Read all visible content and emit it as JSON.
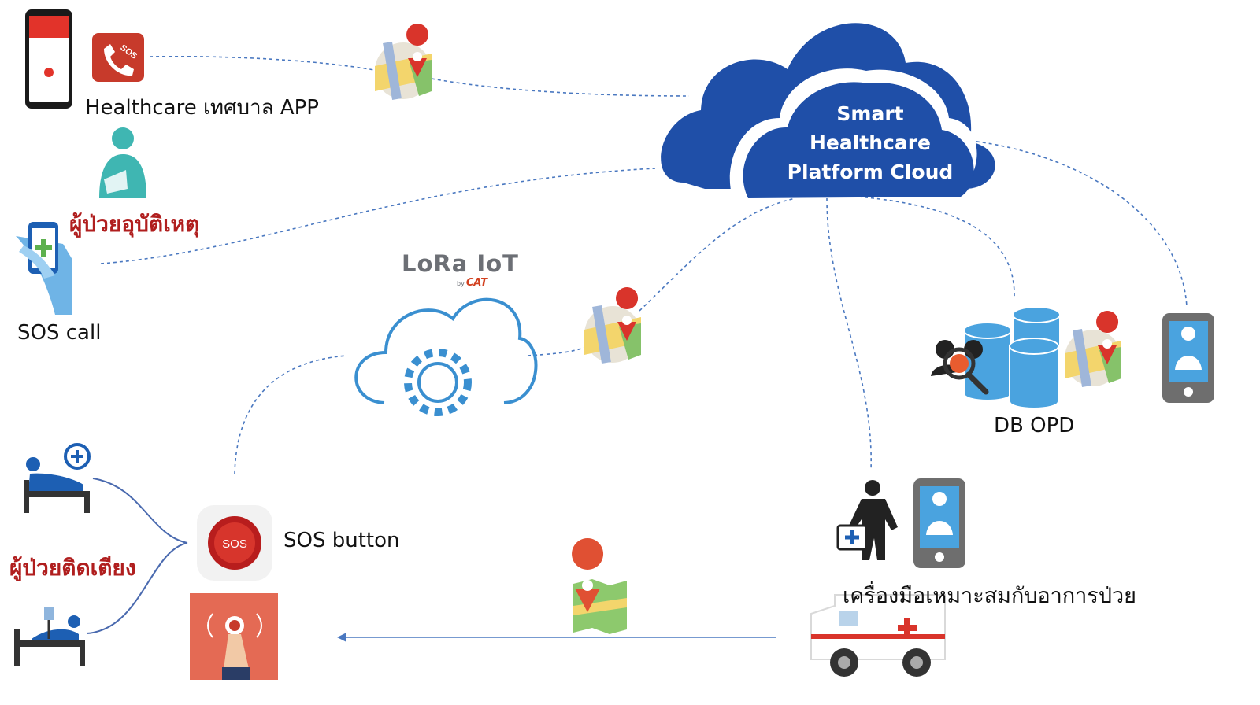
{
  "cloud": {
    "lines": [
      "Smart",
      "Healthcare",
      "Platform Cloud"
    ],
    "color": "#1f4fa8"
  },
  "lora": {
    "logo_main": "LoRa IoT",
    "logo_by": "by",
    "logo_brand": "CAT",
    "cloud_icon": "cloud-gear-icon",
    "color": "#3a8fd0"
  },
  "labels": {
    "app": "Healthcare เทศบาล APP",
    "accident_patient": "ผู้ป่วยอุบัติเหตุ",
    "sos_call": "SOS call",
    "bedridden_patient": "ผู้ป่วยติดเตียง",
    "sos_button": "SOS button",
    "db_opd": "DB OPD",
    "tools": "เครื่องมือเหมาะสมกับอาการป่วย"
  },
  "icon_text": {
    "sos_small": "SOS",
    "sos_button": "SOS"
  },
  "icons": [
    "smartphone-app-icon",
    "sos-phone-icon",
    "map-pin-icon",
    "injured-patient-icon",
    "hand-phone-icon",
    "bed-patient-icon",
    "hospital-bed-iv-icon",
    "sos-button-icon",
    "finger-press-sos-icon",
    "database-icon",
    "doctor-phone-icon",
    "doctor-icon",
    "ambulance-icon",
    "magnifier-people-icon"
  ],
  "colors": {
    "accent_red": "#b01e1e",
    "line_blue": "#4a78c0",
    "pin_red": "#d9342b",
    "patient_teal": "#3fb6b2",
    "db_blue": "#4aa3df"
  }
}
